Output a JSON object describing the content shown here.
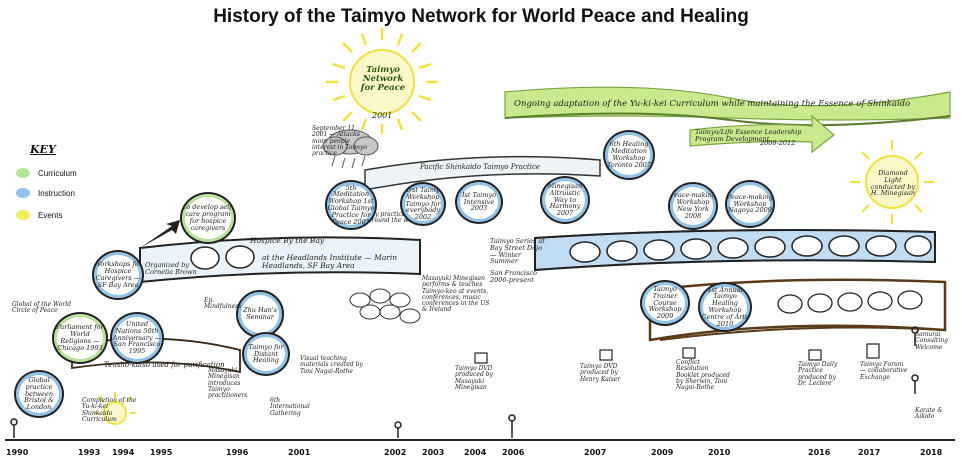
{
  "title": "History of the Taimyo Network for World Peace and Healing",
  "key": {
    "heading": "KEY",
    "items": [
      {
        "label": "Curriculum",
        "color": "#b6e39a"
      },
      {
        "label": "Instruction",
        "color": "#8fc3ea"
      },
      {
        "label": "Events",
        "color": "#f2ec5a"
      }
    ]
  },
  "sun": {
    "text": "Taimyo Network for Peace",
    "year": "2001"
  },
  "diamond_sun": {
    "text": "Diamond Light conducted by H. Minegisan"
  },
  "banner_top": "Ongoing adaptation of the Yu-ki-kei Curriculum while maintaining the Essence of Shinkaido",
  "banner_mid": "Taimyo/Life Essence Leadership Program Development",
  "banner_mid_years": "2008-2012",
  "pacific": "Pacific Shinkaido Taimyo Practice",
  "hospice": "Hospice By the Bay",
  "headlands": "at the Headlands Institute — Marin Headlands, SF Bay Area",
  "series": "Taimyo Series at Bay Street Dojo — Winter Summer",
  "series_place": "San Francisco 2006-present",
  "tensho": "Tensho-kaiso used for purification",
  "masayuki": "Masayuki Minegisan performs & teaches Taimyo-keo at events, conferences, music conferences in the US & Ireland",
  "organized": "Organized by Cornelia Brown",
  "invitation": "Invitation by practice Taimyo together around the world",
  "bubbles": {
    "ground": "Global practice between Bristol & London",
    "parliament": "Parliament for World Religions — Chicago 1993",
    "workshops": "Workshops for Hospice Caregivers — SF Bay Area",
    "develop": "To develop self-care program for hospice caregivers",
    "un": "United Nations 50th Anniversary — San Francisco 1995",
    "zhu": "Zhu Han's Seminar",
    "taimyo_distant": "Taimyo for Distant Healing",
    "fifth_mw": "5th Meditation Workshop 1st Global Taimyo Practice for Peace 2001",
    "first_taimyo": "First Taimyo Workshop Taimyo for everybody 2002",
    "ist": "Ist Taimyo Intensive 2003",
    "mkt": "Minegisan Altruistic Way to Harmony 2007",
    "sixth": "6th Healing Meditation Workshop Toronto 2007",
    "peace": "Peace-making Workshop New York 2008",
    "healing": "Peace-making Workshop Nagoya 2009",
    "trainer": "Taimyo Trainer Course Workshop 2009",
    "annual": "1st Annual Taimyo Healing Workshop Centre of Arts 2010"
  },
  "notes": {
    "cinema": "Global of the World Circle of Peace",
    "taimyo_pract": "Taimyo practice",
    "mowers": "Masayuki Minegisan 1995",
    "ep": "Ep. Mindfulness",
    "taimyo_intro": "Masayuki Minegisan introduces Taimyo practitioners",
    "visual": "Visual teaching materials created by Toni Nagai-Rothe",
    "international": "6th International Gathering",
    "dvd": "Taimyo DVD produced by Masayuki Minegisan",
    "dvd2": "Taimyo DVD produced by Henry Kaiser",
    "conflict": "Conflict Resolution Booklet produced by Sherwin, Toni Nagai-Rothe",
    "taimyo_app": "Taimyo Daily Practice produced by Dr. Leclere",
    "samurai": "Samurai Consulting Welcome",
    "taimyo_forum": "Taimyo Forum — collaborative Exchange",
    "karate": "Karate & Aikido",
    "completion": "Completion of the Yu-ki-kei Shinkaido Curriculum",
    "september": "September 11, 2001 — Attacks more people interest in Taimyo practice"
  },
  "years": [
    "1990",
    "1993",
    "1994",
    "1995",
    "1996",
    "2001",
    "2002",
    "2003",
    "2004",
    "2006",
    "2007",
    "2009",
    "2010",
    "2016",
    "2017",
    "2018"
  ]
}
